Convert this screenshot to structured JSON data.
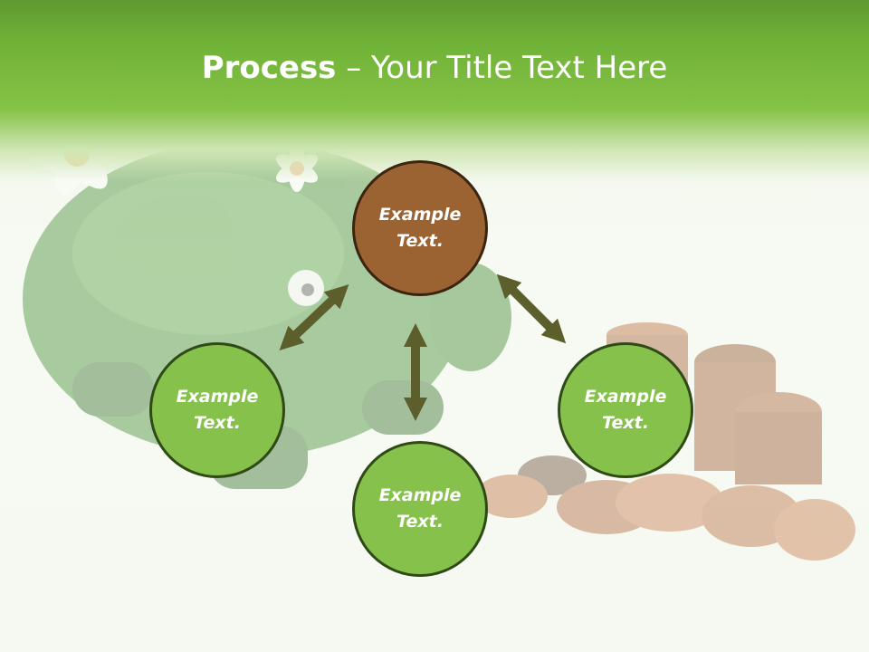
{
  "slide": {
    "title_strong": "Process",
    "title_rest": " – Your Title Text Here"
  },
  "nodes": {
    "top": "Example\nText.",
    "left": "Example\nText.",
    "right": "Example\nText.",
    "bottom": "Example\nText."
  },
  "colors": {
    "header_green": "#6fb137",
    "node_green": "#85c14b",
    "node_brown": "#9b6232",
    "arrow_olive": "#5c5e2b"
  },
  "background_image": "piggy-bank-with-coins"
}
